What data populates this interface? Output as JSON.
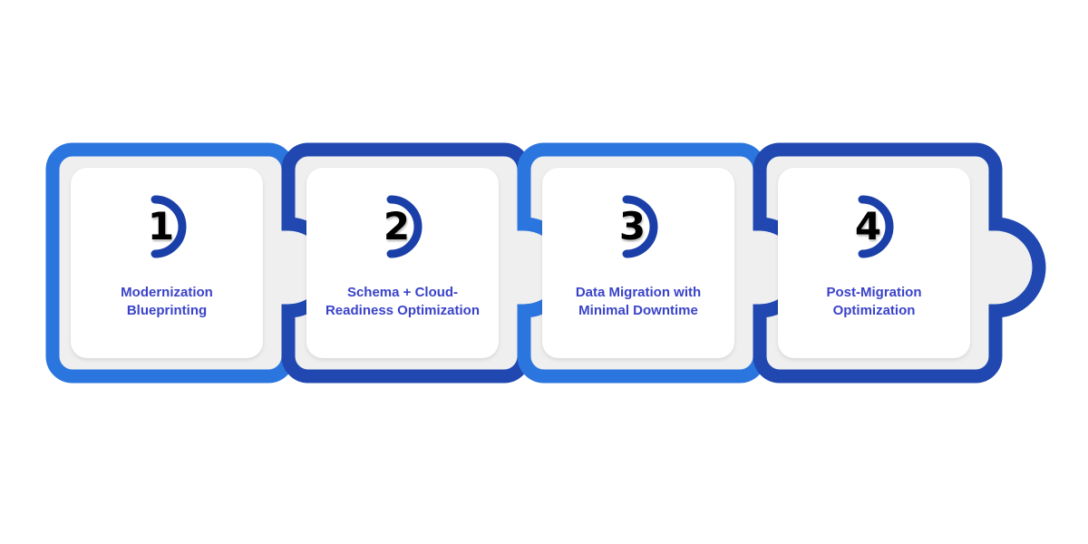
{
  "graphic": {
    "type": "puzzle-process-diagram",
    "background": "#ffffff",
    "piece_count": 4,
    "colors": {
      "light_blue": "#2B75DE",
      "dark_blue": "#2048B0",
      "gap_gray": "#EFEFEF",
      "card_white": "#FFFFFF",
      "caption_text": "#3A43C8",
      "number_text": "#000000"
    }
  },
  "steps": [
    {
      "number": "1",
      "label": "Modernization\nBlueprinting",
      "line1": "Modernization",
      "line2": "Blueprinting",
      "color": "#2B75DE",
      "tone": "light",
      "badge_icon": "numbered-arc-badge"
    },
    {
      "number": "2",
      "label": "Schema + Cloud-Readiness Optimization",
      "line1": "Schema + Cloud-",
      "line2": "Readiness Optimization",
      "color": "#2048B0",
      "tone": "dark",
      "badge_icon": "numbered-arc-badge"
    },
    {
      "number": "3",
      "label": "Data Migration with Minimal Downtime",
      "line1": "Data Migration with",
      "line2": "Minimal Downtime",
      "color": "#2B75DE",
      "tone": "light",
      "badge_icon": "numbered-arc-badge"
    },
    {
      "number": "4",
      "label": "Post-Migration Optimization",
      "line1": "Post-Migration",
      "line2": "Optimization",
      "color": "#2048B0",
      "tone": "dark",
      "badge_icon": "numbered-arc-badge"
    }
  ]
}
